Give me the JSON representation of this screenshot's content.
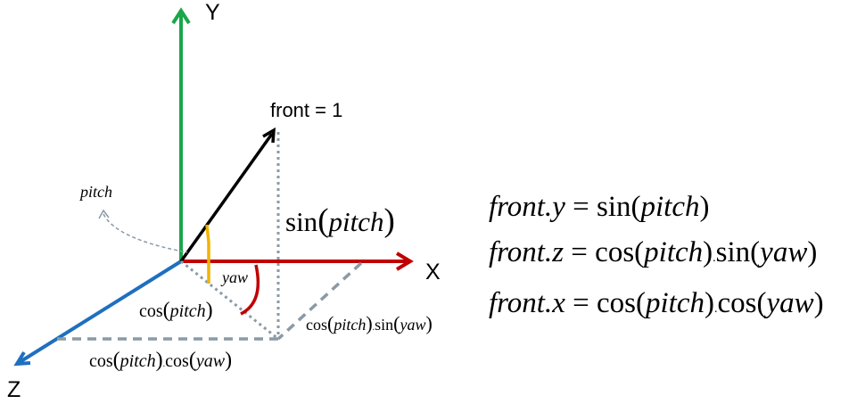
{
  "axes": {
    "y_label": "Y",
    "x_label": "X",
    "z_label": "Z"
  },
  "vector_label": "front = 1",
  "angle_labels": {
    "pitch": "pitch",
    "yaw": "yaw"
  },
  "projection_labels": {
    "sin_pitch": {
      "fn": "sin",
      "arg": "pitch"
    },
    "cos_pitch": {
      "fn": "cos",
      "arg": "pitch"
    },
    "cos_pitch_sin_yaw": {
      "fn1": "cos",
      "arg1": "pitch",
      "fn2": "sin",
      "arg2": "yaw"
    },
    "cos_pitch_cos_yaw": {
      "fn1": "cos",
      "arg1": "pitch",
      "fn2": "cos",
      "arg2": "yaw"
    }
  },
  "formulas": [
    {
      "lhs": "front.y",
      "fn1": "sin",
      "arg1": "pitch",
      "fn2": "",
      "arg2": ""
    },
    {
      "lhs": "front.z",
      "fn1": "cos",
      "arg1": "pitch",
      "fn2": "sin",
      "arg2": "yaw"
    },
    {
      "lhs": "front.x",
      "fn1": "cos",
      "arg1": "pitch",
      "fn2": "cos",
      "arg2": "yaw"
    }
  ],
  "colors": {
    "y_axis": "#1aa64a",
    "x_axis": "#c00000",
    "z_axis": "#1f6fbf",
    "front_vector": "#000000",
    "pitch_arc": "#f0b400",
    "yaw_arc": "#c00000",
    "dashed": "#8a9aa6"
  }
}
